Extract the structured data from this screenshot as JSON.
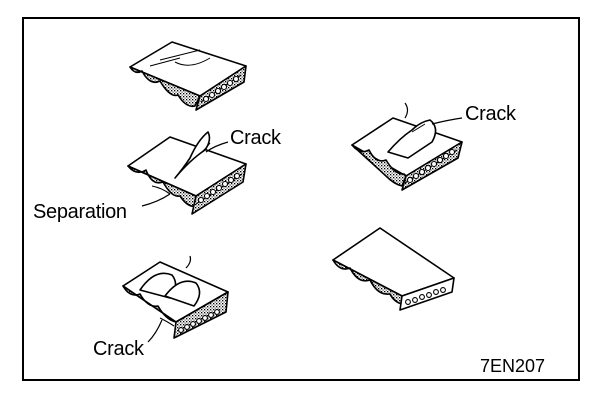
{
  "figure": {
    "labels": {
      "crack_mid_left": "Crack",
      "crack_mid_right": "Crack",
      "separation": "Separation",
      "crack_bottom_left": "Crack"
    },
    "code": "7EN207"
  }
}
